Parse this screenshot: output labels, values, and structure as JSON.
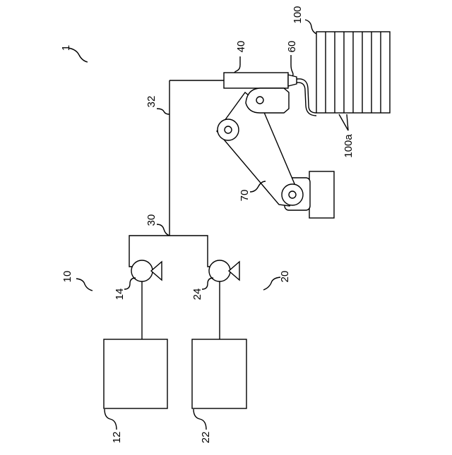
{
  "labels": {
    "system": "1",
    "unit_a": "10",
    "tank_a": "12",
    "pump_a": "14",
    "unit_b": "20",
    "tank_b": "22",
    "pump_b": "24",
    "merge_pipe": "30",
    "hose": "32",
    "gun": "40",
    "nozzle": "60",
    "robot": "70",
    "workpiece": "100",
    "workpiece_gaps": "100a"
  }
}
